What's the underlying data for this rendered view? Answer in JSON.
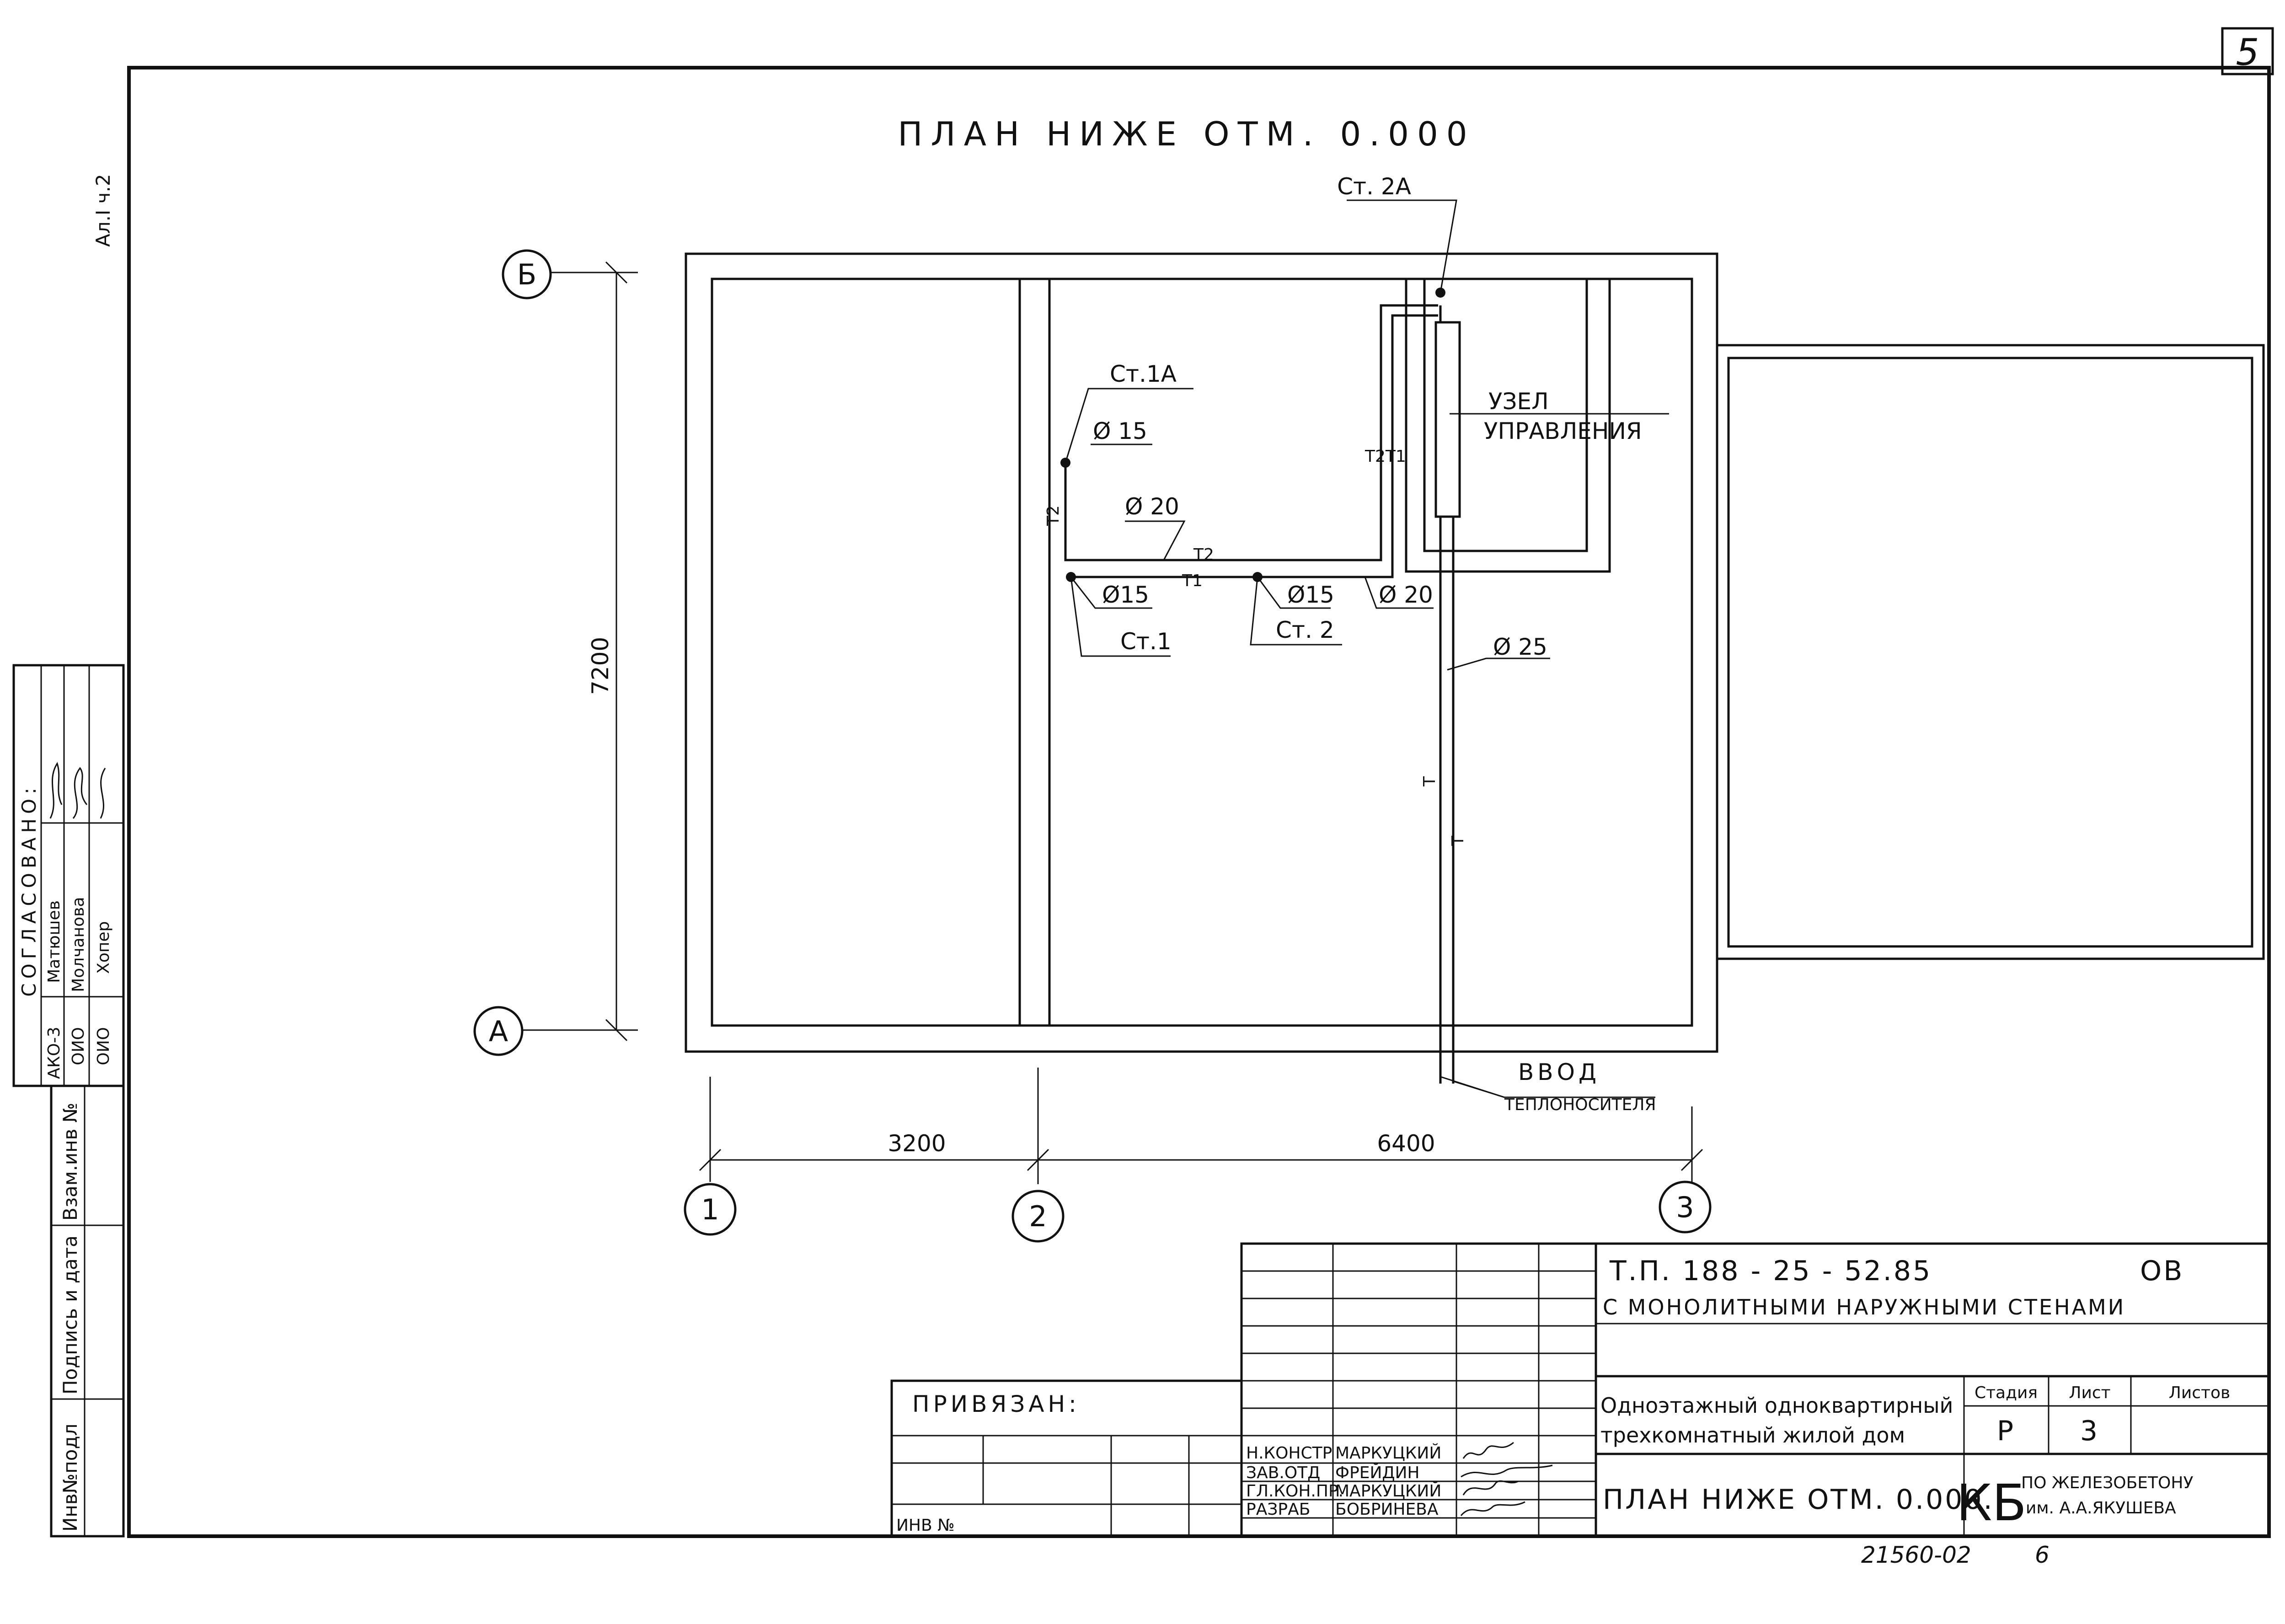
{
  "sheet_corner_number": "5",
  "margin_note": "Ал.I ч.2",
  "title": "ПЛАН НИЖЕ ОТМ. 0.000",
  "axes": {
    "rows": [
      "Б",
      "А"
    ],
    "cols": [
      "1",
      "2",
      "3"
    ]
  },
  "dimensions": {
    "vertical": "7200",
    "span_1_2": "3200",
    "span_2_3": "6400"
  },
  "risers": {
    "st2a": "Ст. 2А",
    "st1a": "Ст.1А",
    "st1": "Ст.1",
    "st2": "Ст. 2"
  },
  "pipes": {
    "d15_a": "Ø 15",
    "d20_a": "Ø 20",
    "d15_b": "Ø15",
    "d15_c": "Ø15",
    "d20_b": "Ø 20",
    "d25": "Ø 25",
    "t2_a": "Т2",
    "t2_b": "Т2",
    "t1_a": "Т1",
    "t2t1": "Т2Т1",
    "t_a": "Т",
    "t_b": "Т"
  },
  "node": {
    "line1": "УЗЕЛ",
    "line2": "УПРАВЛЕНИЯ"
  },
  "inlet": {
    "line1": "ВВОД",
    "line2": "ТЕПЛОНОСИТЕЛЯ"
  },
  "approval": {
    "heading": "СОГЛАСОВАНО:",
    "rows": [
      {
        "org": "АКО-3",
        "name": "Матюшев"
      },
      {
        "org": "ОИО",
        "name": "Молчанова"
      },
      {
        "org": "ОИО",
        "name": "Хопер"
      }
    ]
  },
  "side_stamp": [
    "Инв№подл",
    "Подпись и дата",
    "Взам.инв №"
  ],
  "title_block": {
    "doc_code": "Т.П.  188 - 25 - 52.85",
    "doc_suffix": "ОВ",
    "subtitle": "С МОНОЛИТНЫМИ НАРУЖНЫМИ СТЕНАМИ",
    "project_line1": "Одноэтажный одноквартирный",
    "project_line2": "трехкомнатный жилой дом",
    "stage_hdr": "Стадия",
    "sheet_hdr": "Лист",
    "sheets_hdr": "Листов",
    "stage_val": "Р",
    "sheet_val": "3",
    "sheets_val": "",
    "sheet_name": "ПЛАН НИЖЕ ОТМ. 0.000.",
    "org_mark": "КБ",
    "org_line1": "ПО ЖЕЛЕЗОБЕТОНУ",
    "org_line2": "им. А.А.ЯКУШЕВА",
    "bound_label": "ПРИВЯЗАН:",
    "inv_label": "ИНВ №",
    "staff": [
      {
        "role": "Н.КОНСТР",
        "name": "МАРКУЦКИЙ"
      },
      {
        "role": "ЗАВ.ОТД",
        "name": "ФРЕЙДИН"
      },
      {
        "role": "ГЛ.КОН.ПР.",
        "name": "МАРКУЦКИЙ"
      },
      {
        "role": "РАЗРАБ",
        "name": "БОБРИНЕВА"
      }
    ]
  },
  "footer_code": "21560-02",
  "footer_num": "6"
}
